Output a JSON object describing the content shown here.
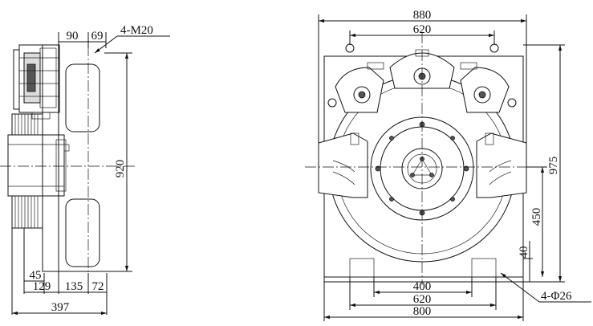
{
  "side_view": {
    "dims": {
      "d90": "90",
      "d69": "69",
      "bolt": "4-M20",
      "d920": "920",
      "d45": "45",
      "d129": "129",
      "d135": "135",
      "d72": "72",
      "d397": "397"
    }
  },
  "front_view": {
    "dims": {
      "d880": "880",
      "d620_top": "620",
      "d975": "975",
      "d450": "450",
      "d40": "40",
      "d400": "400",
      "d620_bottom": "620",
      "d800": "800",
      "holes": "4-Φ26"
    }
  }
}
